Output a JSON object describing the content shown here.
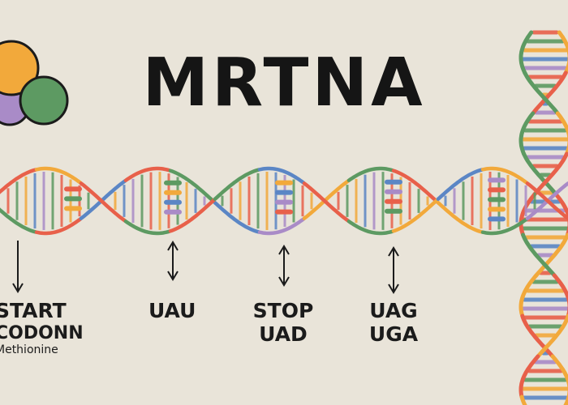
{
  "title": "MRTNA",
  "labels": {
    "start": {
      "line1": "START",
      "line2": "CODONN",
      "line3": "Methionine"
    },
    "uau": {
      "line1": "UAU"
    },
    "stop": {
      "line1": "STOP",
      "line2": "UAD"
    },
    "uag": {
      "line1": "UAG",
      "line2": "UGA"
    }
  },
  "colors": {
    "background": "#e9e4d9",
    "red": "#e8604a",
    "green": "#5d9a62",
    "blue": "#5b86c5",
    "orange": "#f2a93b",
    "purple": "#a98bc7",
    "dark": "#1b1b1b"
  },
  "icons": [
    "start-arrow-down-icon",
    "double-arrow-icon",
    "ribosome-circles-icon"
  ]
}
